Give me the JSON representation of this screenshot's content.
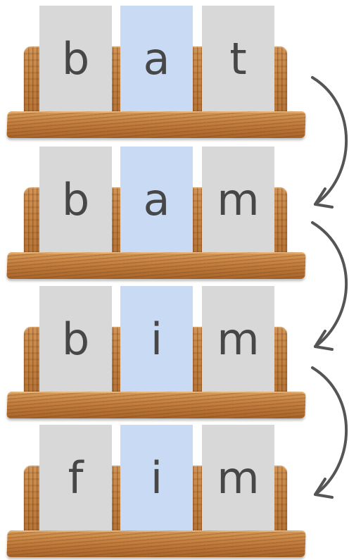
{
  "rows": [
    {
      "letters": [
        "b",
        "a",
        "t"
      ]
    },
    {
      "letters": [
        "b",
        "a",
        "m"
      ]
    },
    {
      "letters": [
        "b",
        "i",
        "m"
      ]
    },
    {
      "letters": [
        "f",
        "i",
        "m"
      ]
    }
  ],
  "colors": {
    "consonant_card": "#d8d8d8",
    "vowel_card": "#c9daf5",
    "letter": "#474747",
    "arrow": "#555555",
    "wood": "#b97634"
  },
  "icons": [
    "curved-arrow-icon"
  ]
}
